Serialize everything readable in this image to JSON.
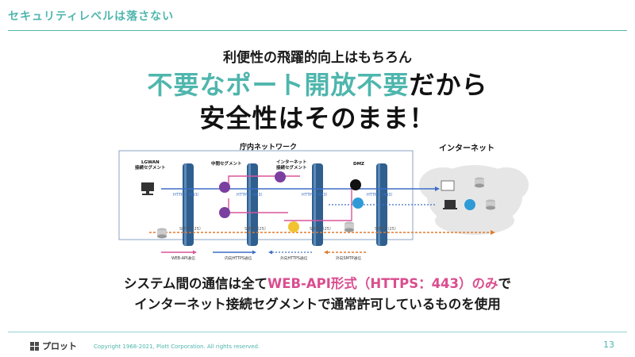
{
  "header": {
    "title": "セキュリティレベルは落さない"
  },
  "lead": "利便性の飛躍的向上はもちろん",
  "headline": {
    "line1_accent": "不要なポート開放不要",
    "line1_rest": "だから",
    "line2": "安全性はそのまま！"
  },
  "diagram": {
    "office_network_label": "庁内ネットワーク",
    "internet_label": "インターネット",
    "segments": [
      "LGWAN\n接続セグメント",
      "中間セグメント",
      "インターネット\n接続セグメント",
      "DMZ"
    ],
    "https_label": "HTTPS（443）",
    "smtp_label": "SMTP（25）",
    "legend": [
      "WEB-API通信",
      "内向HTTPS通信",
      "外向HTTPS通信",
      "外向SMTP通信"
    ],
    "colors": {
      "webapi": "#d9559a",
      "https": "#3f6fc6",
      "smtp": "#e07b2e",
      "firewall": "#2f5f8f",
      "segment": "#8aa3c4"
    }
  },
  "note": {
    "line1_pre": "システム間の通信は全て",
    "line1_accent": "WEB-API形式（HTTPS：443）のみ",
    "line1_post": "で",
    "line2": "インターネット接続セグメントで通常許可しているものを使用"
  },
  "footer": {
    "logo_text": "プロット",
    "copyright": "Copyright 1968-2021, Plott Corporation. All rights reserved.",
    "page_number": "13"
  }
}
